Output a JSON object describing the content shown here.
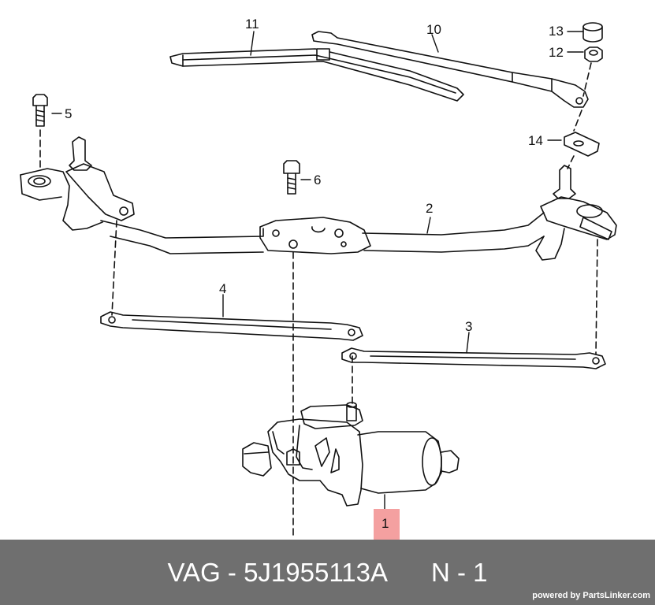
{
  "callouts": {
    "c1": "1",
    "c2": "2",
    "c3": "3",
    "c4": "4",
    "c5": "5",
    "c6": "6",
    "c10": "10",
    "c11": "11",
    "c12": "12",
    "c13": "13",
    "c14": "14"
  },
  "footer": {
    "brand": "VAG",
    "part_number": "5J1955113A",
    "position": "N - 1",
    "credit": "powered by PartsLinker.com"
  },
  "colors": {
    "highlight": "#f4a0a0",
    "footer_bg": "#6f6f6f",
    "line": "#111111"
  }
}
